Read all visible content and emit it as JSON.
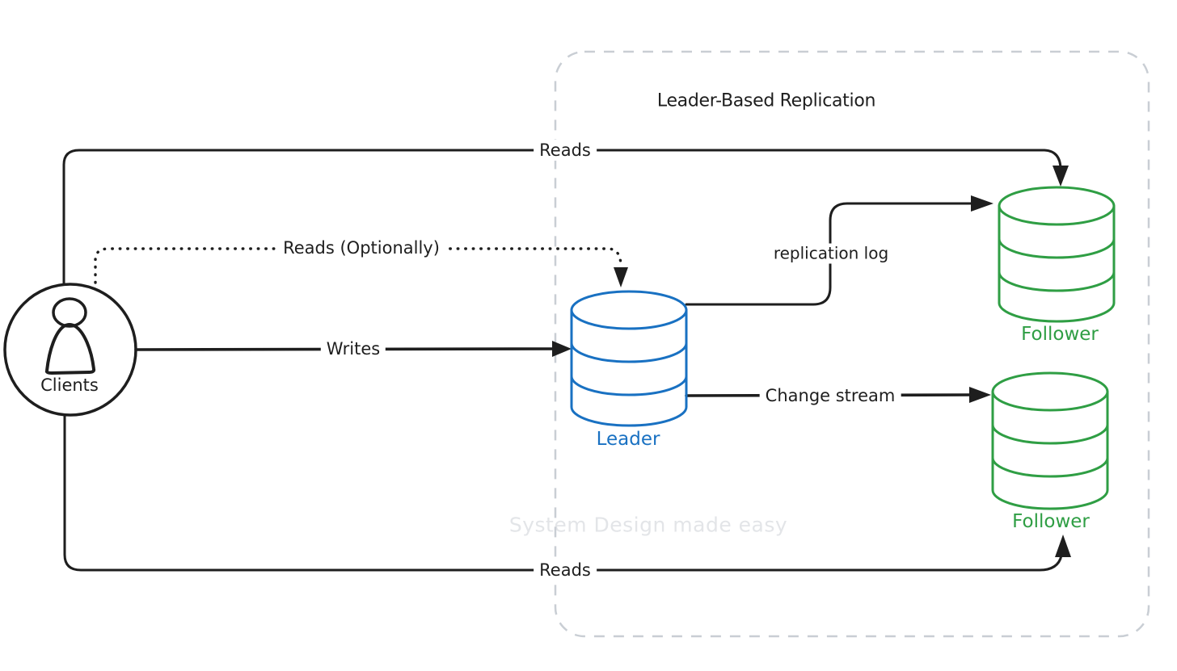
{
  "diagram": {
    "title": "Leader-Based Replication",
    "watermark": "System Design made easy",
    "nodes": {
      "clients": {
        "label": "Clients",
        "color": "#1e1e1e"
      },
      "leader": {
        "label": "Leader",
        "color": "#1971c2"
      },
      "follower_top": {
        "label": "Follower",
        "color": "#2f9e44"
      },
      "follower_bottom": {
        "label": "Follower",
        "color": "#2f9e44"
      }
    },
    "edges": {
      "reads_top": {
        "label": "Reads",
        "style": "solid",
        "from": "clients",
        "to": "follower_top"
      },
      "reads_optional": {
        "label": "Reads (Optionally)",
        "style": "dotted",
        "from": "clients",
        "to": "leader"
      },
      "writes": {
        "label": "Writes",
        "style": "solid",
        "from": "clients",
        "to": "leader"
      },
      "replication_log": {
        "label": "replication log",
        "style": "solid",
        "from": "leader",
        "to": "follower_top"
      },
      "change_stream": {
        "label": "Change stream",
        "style": "solid",
        "from": "leader",
        "to": "follower_bottom"
      },
      "reads_bottom": {
        "label": "Reads",
        "style": "solid",
        "from": "clients",
        "to": "follower_bottom"
      }
    },
    "colors": {
      "stroke": "#1e1e1e",
      "leader_blue": "#1971c2",
      "follower_green": "#2f9e44",
      "boundary_gray": "#c9ced4",
      "watermark_gray": "#e3e5e8",
      "background": "#ffffff"
    }
  }
}
